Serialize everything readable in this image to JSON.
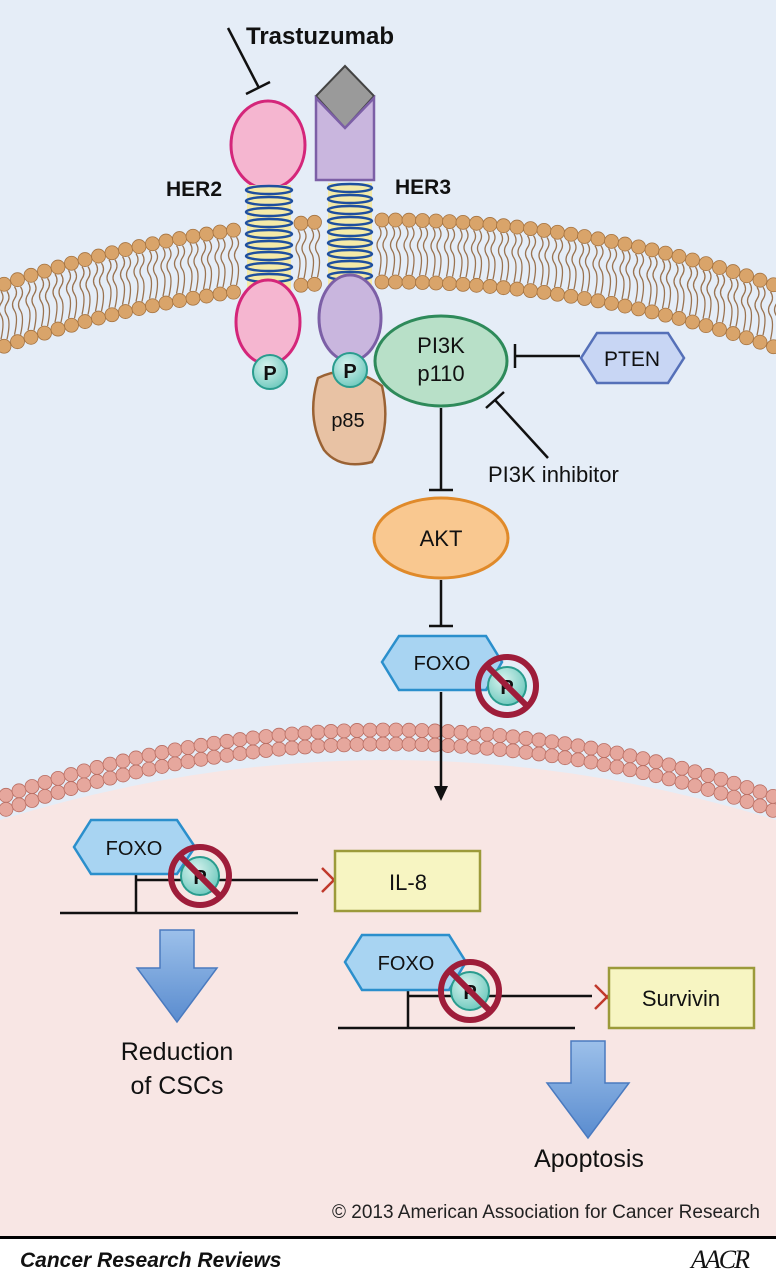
{
  "labels": {
    "trastuzumab": "Trastuzumab",
    "her2": "HER2",
    "her3": "HER3",
    "p": "P",
    "p85": "p85",
    "pi3k_line1": "PI3K",
    "pi3k_line2": "p110",
    "pten": "PTEN",
    "pi3k_inhibitor": "PI3K inhibitor",
    "akt": "AKT",
    "foxo": "FOXO",
    "il8": "IL-8",
    "survivin": "Survivin",
    "reduction_line1": "Reduction",
    "reduction_line2": "of CSCs",
    "apoptosis": "Apoptosis"
  },
  "copyright": "© 2013 American Association for Cancer Research",
  "footer": {
    "journal": "Cancer Research Reviews",
    "logo": "AACR"
  },
  "colors": {
    "cytoplasm": "#e5edf7",
    "nucleus": "#f8e6e4",
    "membrane_bead": "#d9a46a",
    "nuclear_bead": "#e6a79d",
    "her2_fill": "#f5b6d0",
    "her2_stroke": "#d4267a",
    "her3_fill": "#c9b6de",
    "her3_stroke": "#7c5fa6",
    "pi3k_fill": "#b8e0c8",
    "pi3k_stroke": "#2e8a5a",
    "akt_fill": "#f9c890",
    "akt_stroke": "#e08a2a",
    "foxo_fill": "#a8d4f2",
    "foxo_stroke": "#2b8fcc",
    "pten_fill": "#c8d6f4",
    "pten_stroke": "#5570b8",
    "p85_fill": "#e8c2a4",
    "p85_stroke": "#9a6234",
    "gene_box_fill": "#f7f5c2",
    "gene_box_stroke": "#9c9a3a",
    "no_sign": "#9e1d3a",
    "arrow_fill": "#6b99d6"
  }
}
